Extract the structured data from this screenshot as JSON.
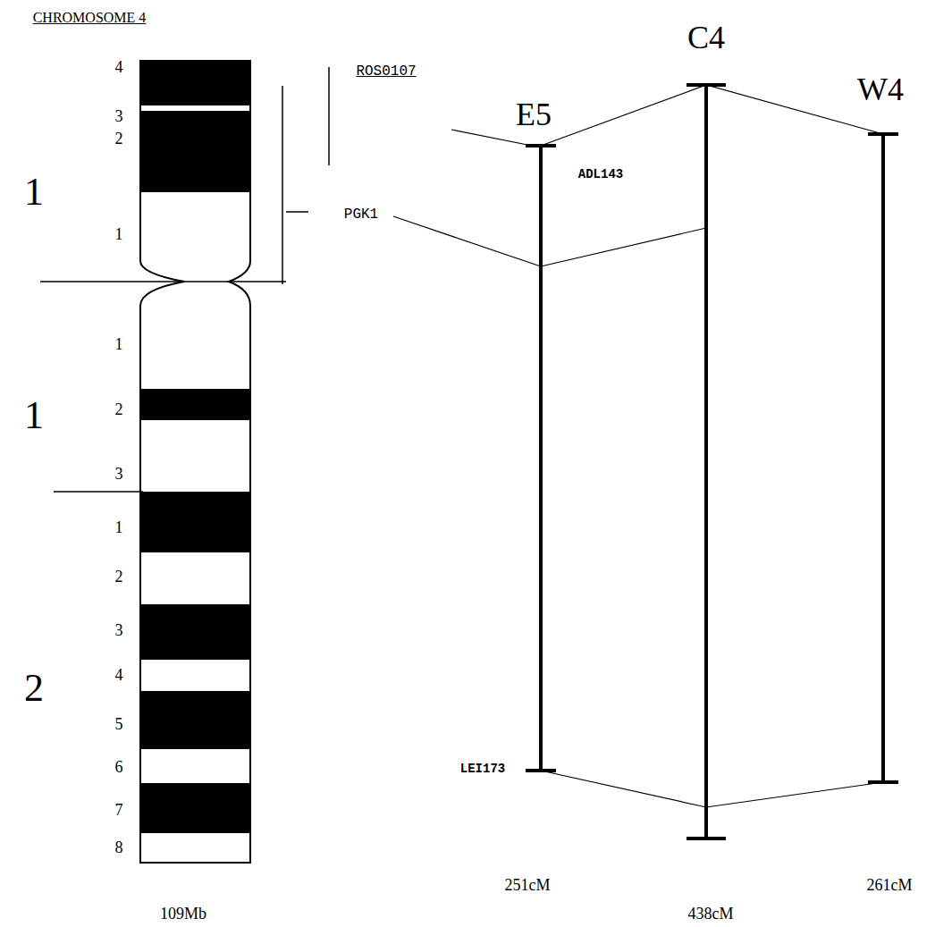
{
  "diagram": {
    "title": "CHROMOSOME 4",
    "labels": [
      "4",
      "3",
      "2",
      "1",
      "1",
      "1",
      "2",
      "3",
      "1",
      "1",
      "2",
      "3",
      "4",
      "5",
      "6",
      "7",
      "8",
      "2",
      "ROS0107",
      "PGK1",
      "E5",
      "C4",
      "W4",
      "ADL143",
      "LEI173",
      "251cM",
      "438cM",
      "261cM",
      "109Mb"
    ]
  }
}
